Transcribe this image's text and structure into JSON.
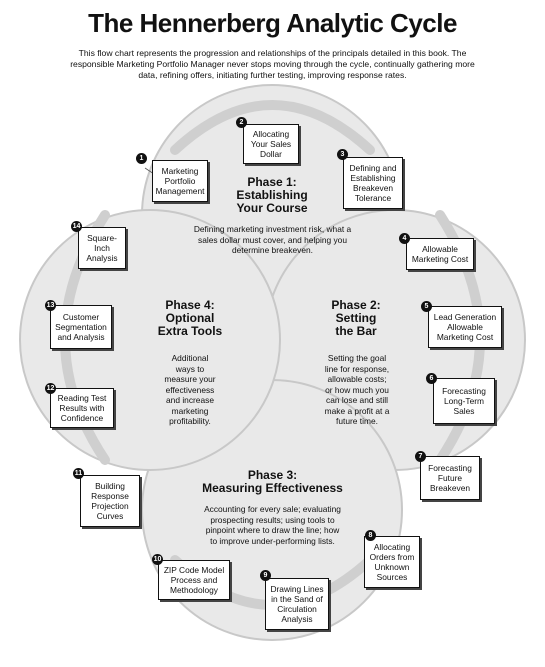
{
  "title": "The Hennerberg Analytic Cycle",
  "subtitle": "This flow chart represents the progression and relationships of the principals detailed in this book. The responsible Marketing Portfolio Manager never stops moving through the cycle, continually gathering more data, refining offers, initiating further testing, improving response rates.",
  "phases": [
    {
      "title": "Phase 1:\nEstablishing\nYour Course",
      "desc": "Defining marketing investment risk, what a\nsales dollar must cover, and helping you\ndetermine breakeven."
    },
    {
      "title": "Phase 2:\nSetting\nthe Bar",
      "desc": "Setting the goal\nline for response,\nallowable costs;\nor how much you\ncan lose and still\nmake a profit at a\nfuture time."
    },
    {
      "title": "Phase 3:\nMeasuring Effectiveness",
      "desc": "Accounting for every sale; evaluating\nprospecting results; using tools to\npinpoint where to draw the line; how\nto improve under-performing lists."
    },
    {
      "title": "Phase 4:\nOptional\nExtra Tools",
      "desc": "Additional\nways to\nmeasure your\neffectiveness\nand increase\nmarketing\nprofitability."
    }
  ],
  "steps": [
    {
      "num": "1",
      "label": "Marketing\nPortfolio\nManagement"
    },
    {
      "num": "2",
      "label": "Allocating\nYour Sales\nDollar"
    },
    {
      "num": "3",
      "label": "Defining and\nEstablishing\nBreakeven\nTolerance"
    },
    {
      "num": "4",
      "label": "Allowable\nMarketing Cost"
    },
    {
      "num": "5",
      "label": "Lead Generation\nAllowable\nMarketing Cost"
    },
    {
      "num": "6",
      "label": "Forecasting\nLong-Term\nSales"
    },
    {
      "num": "7",
      "label": "Forecasting\nFuture\nBreakeven"
    },
    {
      "num": "8",
      "label": "Allocating\nOrders from\nUnknown\nSources"
    },
    {
      "num": "9",
      "label": "Drawing Lines\nin the Sand of\nCirculation\nAnalysis"
    },
    {
      "num": "10",
      "label": "ZIP Code Model\nProcess and\nMethodology"
    },
    {
      "num": "11",
      "label": "Building\nResponse\nProjection\nCurves"
    },
    {
      "num": "12",
      "label": "Reading Test\nResults with\nConfidence"
    },
    {
      "num": "13",
      "label": "Customer\nSegmentation\nand Analysis"
    },
    {
      "num": "14",
      "label": "Square-\nInch\nAnalysis"
    }
  ]
}
